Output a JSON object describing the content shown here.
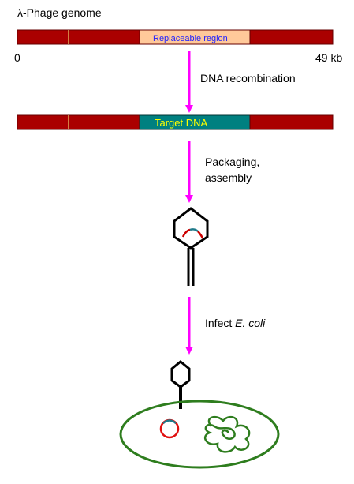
{
  "title": {
    "symbol": "λ",
    "text": "-Phage genome"
  },
  "genome_bar": {
    "start_label": "0",
    "end_label": "49 kb",
    "replaceable_label": "Replaceable region",
    "bar_color": "#aa0000",
    "replaceable_color": "#ffc99a",
    "replaceable_text_color": "#2222ff"
  },
  "steps": [
    {
      "label": "DNA recombination"
    },
    {
      "label_line1": "Packaging,",
      "label_line2": "assembly"
    },
    {
      "label_prefix": "Infect ",
      "label_italic": "E. coli"
    }
  ],
  "recombinant_bar": {
    "target_label": "Target DNA",
    "target_color": "#008080",
    "target_text_color": "#ffff00"
  },
  "colors": {
    "arrow": "#ff00ff",
    "phage_outline": "#000000",
    "dna_red": "#cc0000",
    "dna_teal": "#1f7a8a",
    "cell_outline": "#2e7d1e"
  }
}
